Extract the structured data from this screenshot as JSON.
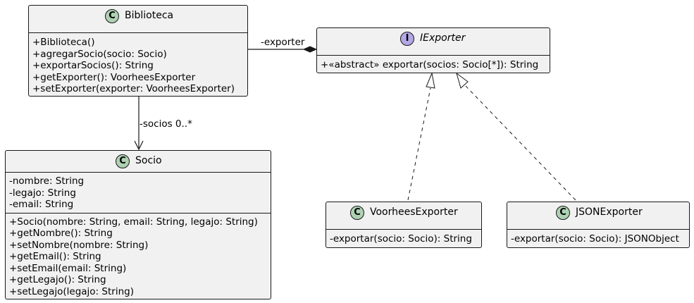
{
  "classes": {
    "biblioteca": {
      "stereotype": "C",
      "name": "Biblioteca",
      "attributes": [],
      "operations": [
        "+Biblioteca()",
        "+agregarSocio(socio: Socio)",
        "+exportarSocios(): String",
        "+getExporter(): VoorheesExporter",
        "+setExporter(exporter: VoorheesExporter)"
      ]
    },
    "iexporter": {
      "stereotype": "I",
      "name": "IExporter",
      "attributes": [],
      "operations": [
        "+«abstract» exportar(socios: Socio[*]): String"
      ]
    },
    "socio": {
      "stereotype": "C",
      "name": "Socio",
      "attributes": [
        "-nombre: String",
        "-legajo: String",
        "-email: String"
      ],
      "operations": [
        "+Socio(nombre: String, email: String, legajo: String)",
        "+getNombre(): String",
        "+setNombre(nombre: String)",
        "+getEmail(): String",
        "+setEmail(email: String)",
        "+getLegajo(): String",
        "+setLegajo(legajo: String)"
      ]
    },
    "voorhees": {
      "stereotype": "C",
      "name": "VoorheesExporter",
      "attributes": [],
      "operations": [
        "-exportar(socio: Socio): String"
      ]
    },
    "json": {
      "stereotype": "C",
      "name": "JSONExporter",
      "attributes": [],
      "operations": [
        "-exportar(socio: Socio): JSONObject"
      ]
    }
  },
  "relations": {
    "exporter_label": "-exporter",
    "socios_label": "-socios 0..*"
  },
  "colors": {
    "class_fill": "#f1f1f1",
    "border": "#181818",
    "class_circle": "#add1b2",
    "interface_circle": "#b4a7e5"
  }
}
